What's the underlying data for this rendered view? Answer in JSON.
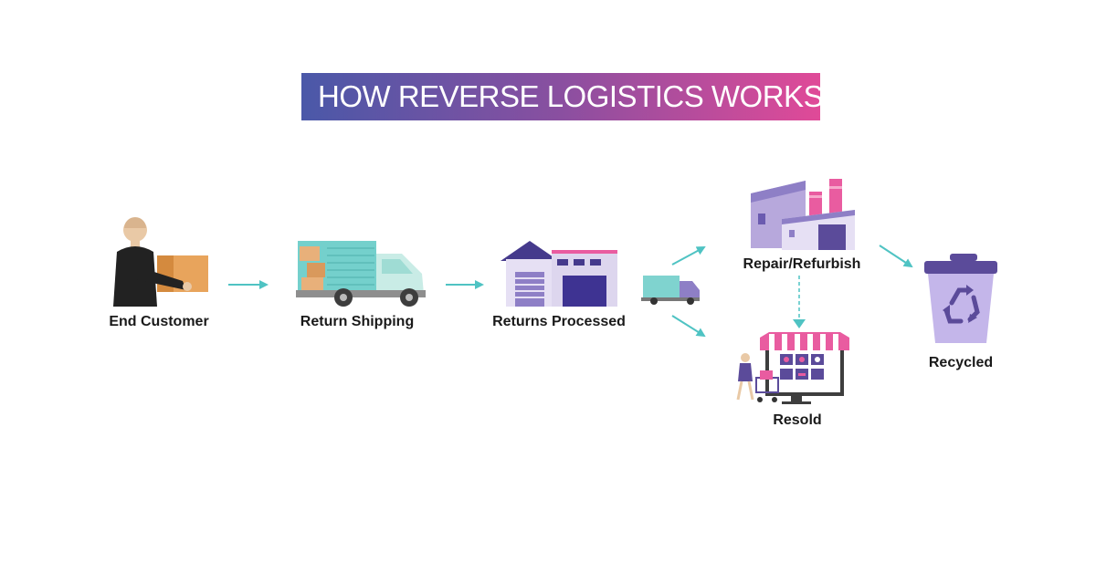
{
  "title": "HOW REVERSE LOGISTICS WORKS",
  "colors": {
    "title_gradient_start": "#4a58a8",
    "title_gradient_end": "#e04a98",
    "arrow": "#4fc3c3",
    "purple": "#5b4b9a",
    "lavender": "#c7b8e6",
    "pink": "#e95ca0",
    "teal": "#74d0cc"
  },
  "steps": [
    {
      "label": "End Customer",
      "icon": "customer-with-box-icon"
    },
    {
      "label": "Return Shipping",
      "icon": "delivery-truck-icon"
    },
    {
      "label": "Returns Processed",
      "icon": "warehouse-icon"
    },
    {
      "label": "Repair/Refurbish",
      "icon": "factory-icon"
    },
    {
      "label": "Resold",
      "icon": "online-store-icon"
    },
    {
      "label": "Recycled",
      "icon": "recycle-bin-icon"
    }
  ]
}
